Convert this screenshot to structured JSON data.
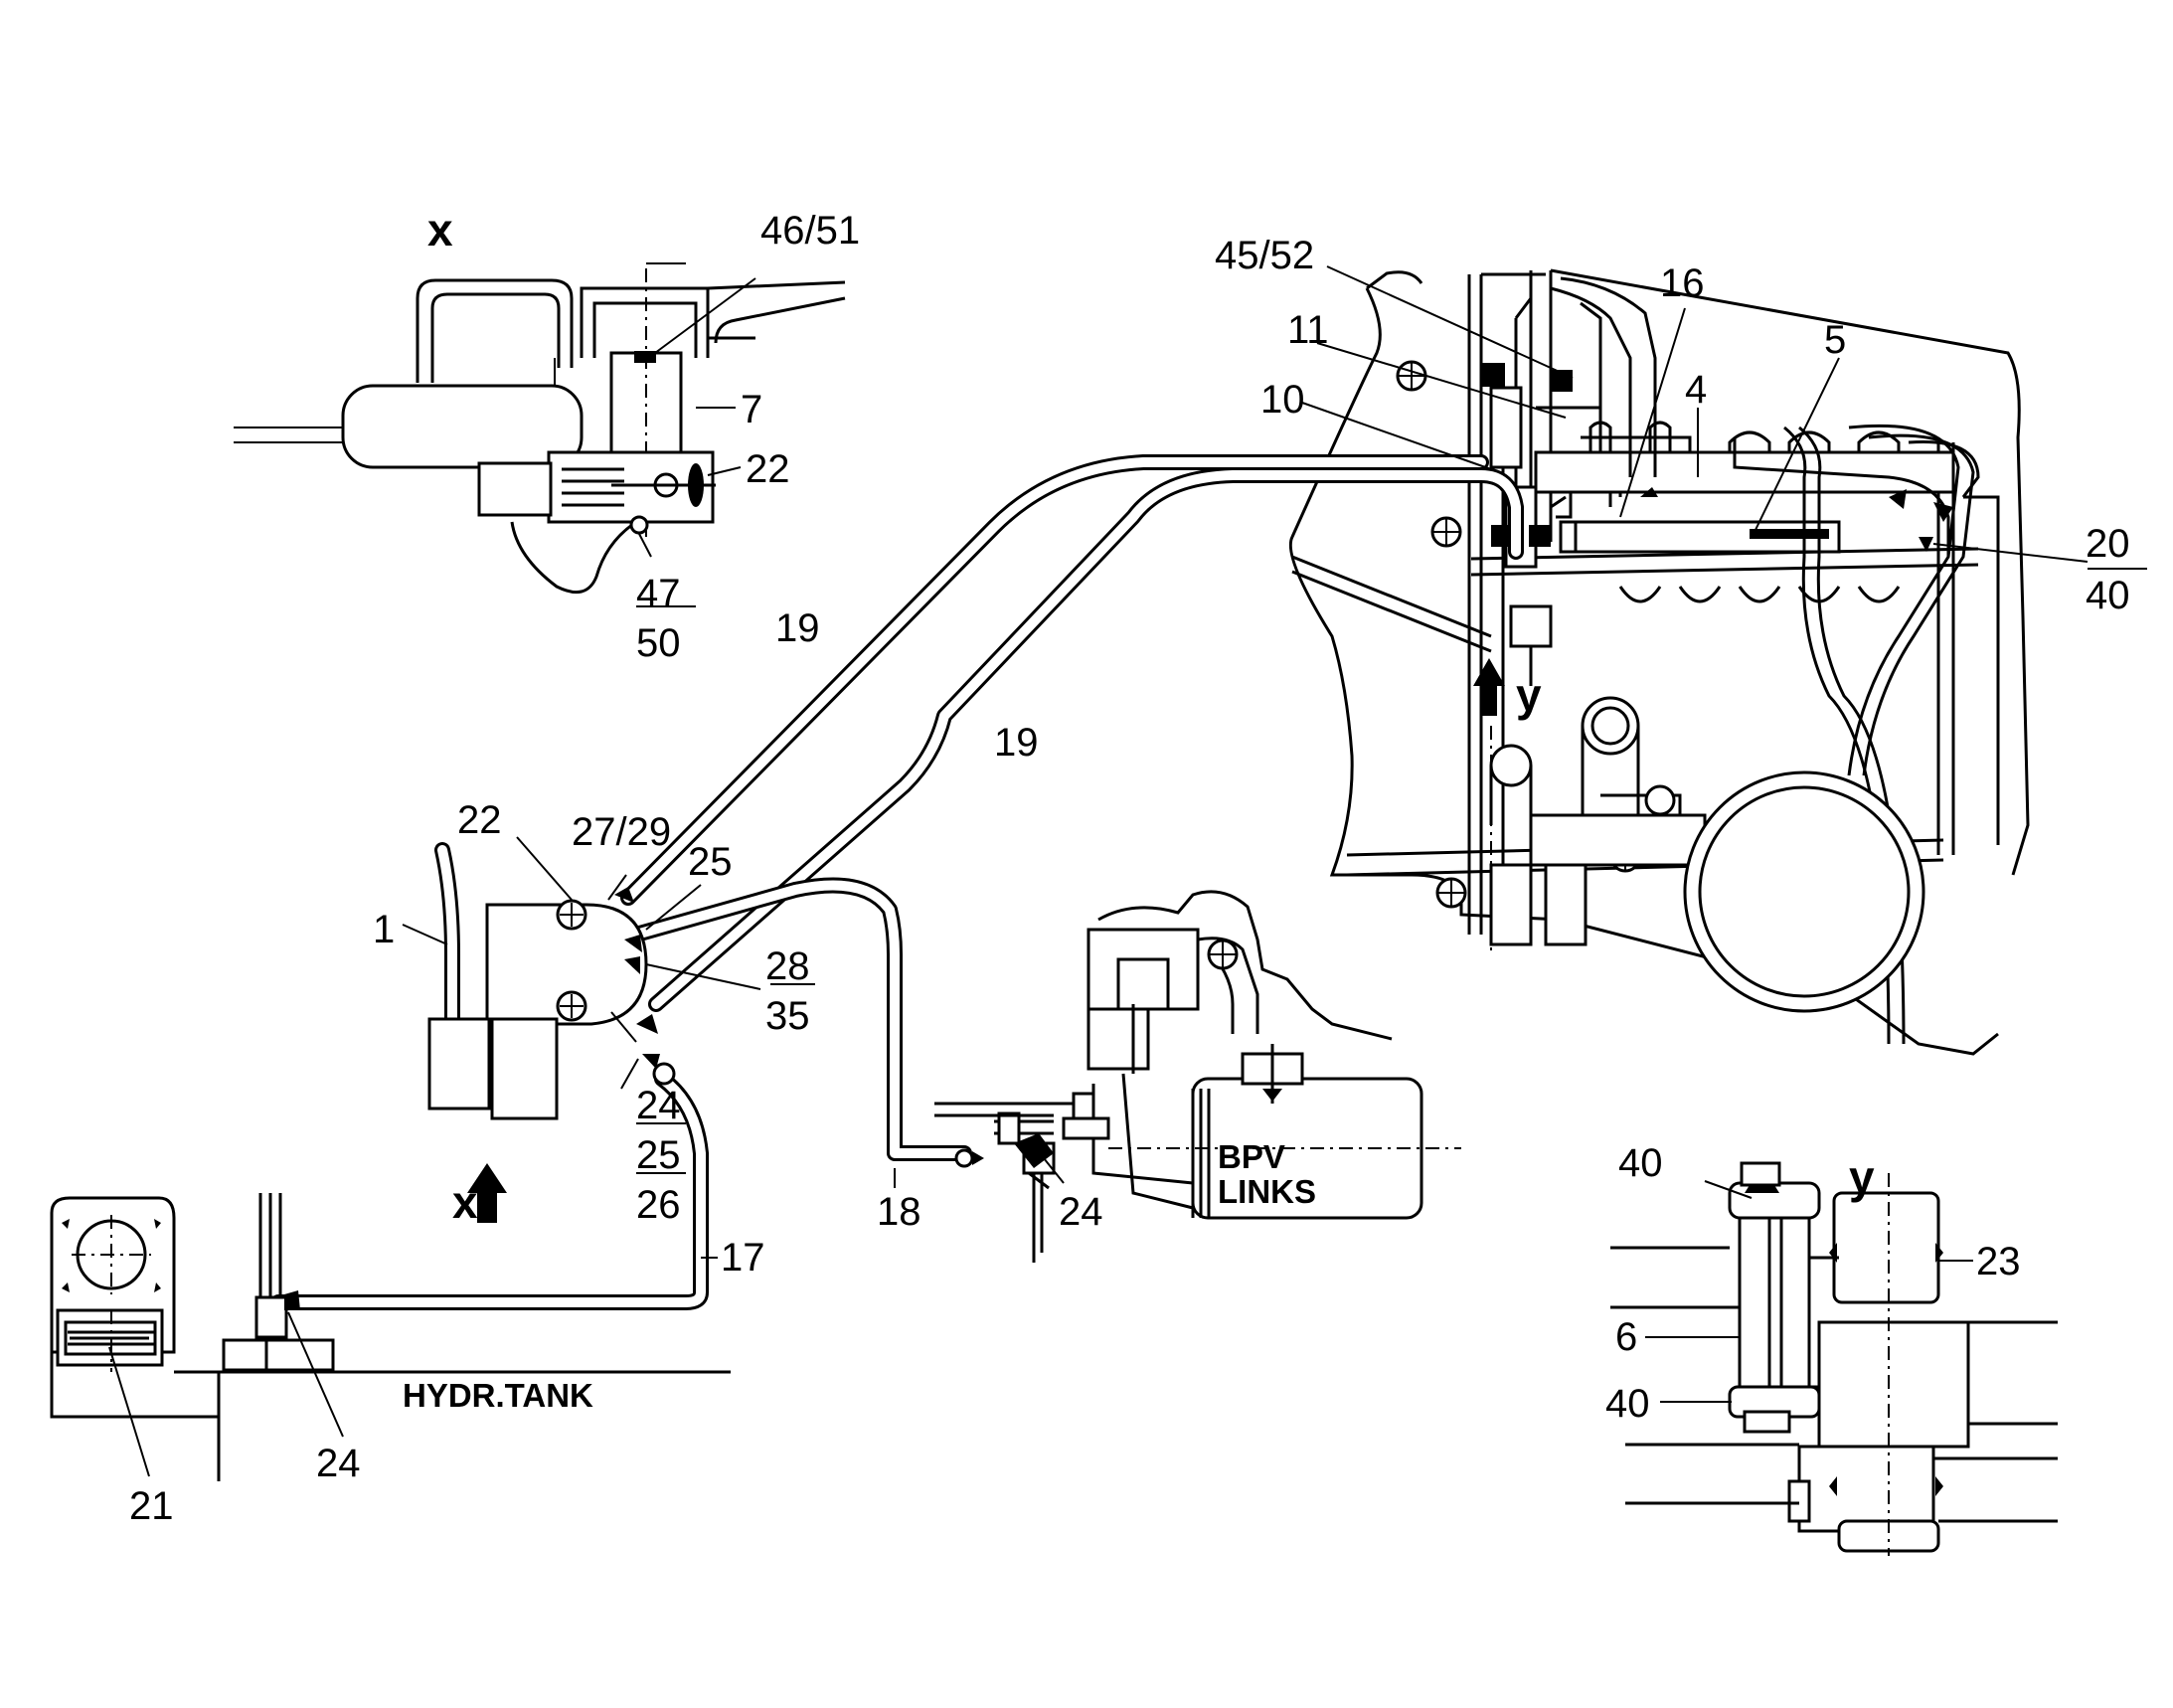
{
  "views": {
    "x": "x",
    "y": "y"
  },
  "texts": {
    "hydr_tank": "HYDR.TANK",
    "bpv": "BPV",
    "links": "LINKS"
  },
  "part_numbers": {
    "p46_51": "46/51",
    "p7": "7",
    "p22_top": "22",
    "p47": "47",
    "p50": "50",
    "p45_52": "45/52",
    "p11": "11",
    "p10": "10",
    "p16": "16",
    "p4": "4",
    "p5": "5",
    "p20": "20",
    "p40_right": "40",
    "p19_a": "19",
    "p19_b": "19",
    "p22_mid": "22",
    "p27_29": "27/29",
    "p25": "25",
    "p1": "1",
    "p28": "28",
    "p35": "35",
    "p24_mid": "24",
    "p25_mid": "25",
    "p26": "26",
    "p17": "17",
    "p18": "18",
    "p24_bpv": "24",
    "p24_tank": "24",
    "p21": "21",
    "p40_top": "40",
    "p23": "23",
    "p6": "6",
    "p40_bottom": "40"
  },
  "icons": [
    "arrow-up-icon",
    "bolt-icon",
    "crosshair-icon"
  ]
}
